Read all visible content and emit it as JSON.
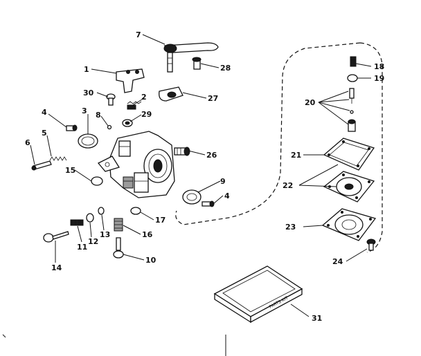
{
  "callouts": {
    "c1": "1",
    "c2": "2",
    "c3": "3",
    "c4a": "4",
    "c4b": "4",
    "c5": "5",
    "c6": "6",
    "c7": "7",
    "c8": "8",
    "c9": "9",
    "c10": "10",
    "c11": "11",
    "c12": "12",
    "c13": "13",
    "c14": "14",
    "c15": "15",
    "c16": "16",
    "c17": "17",
    "c18": "18",
    "c19": "19",
    "c20": "20",
    "c21": "21",
    "c22": "22",
    "c23": "23",
    "c24": "24",
    "c26": "26",
    "c27": "27",
    "c28": "28",
    "c29": "29",
    "c30": "30",
    "c31": "31"
  },
  "kit_label": "PARTS KIT"
}
